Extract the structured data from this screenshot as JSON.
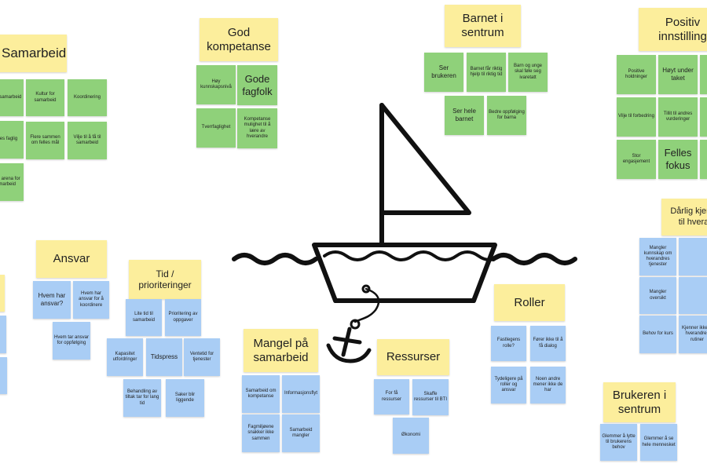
{
  "groups": {
    "samarbeid": {
      "header": "Samarbeid",
      "notes": [
        "Godt samarbeid",
        "Kultur for samarbeid",
        "Koordinering",
        "Ulikes faglig",
        "Flere sammen om felles mål",
        "Vilje til å få til samarbeid",
        "Møte arena for samarbeid"
      ]
    },
    "kompetanse": {
      "header": "God kompetanse",
      "notes": [
        "Høy kunnskapsnivå",
        "Gode fagfolk",
        "Tverrfaglighet",
        "Kompetanse mulighet til å lære av hverandre"
      ]
    },
    "barnet": {
      "header": "Barnet i sentrum",
      "notes": [
        "Ser brukeren",
        "Barnet får riktig hjelp til riktig tid",
        "Barn og unge skal føle seg ivaretatt",
        "Ser hele barnet",
        "Bedre oppfølging for barna"
      ]
    },
    "positiv": {
      "header": "Positiv innstilling",
      "notes": [
        "Positive holdninger",
        "Høyt under taket",
        "",
        "Vilje til forbedring",
        "Tillit til andres vurderinger",
        "",
        "Stor engasjement",
        "Felles fokus",
        ""
      ]
    },
    "ansvar": {
      "header": "Ansvar",
      "notes": [
        "Hvem har ansvar?",
        "Hvem har ansvar for å koordinere",
        "Hvem tar ansvar for oppfølging"
      ]
    },
    "tid": {
      "header": "Tid / prioriteringer",
      "notes": [
        "Lite tid til samarbeid",
        "Prioritering av oppgaver",
        "Kapasitet utfordringer",
        "Tidspress",
        "Ventetid for tjenester",
        "Behandling av tiltak tar for lang tid",
        "Saker blir liggende"
      ]
    },
    "mangel": {
      "header": "Mangel på samarbeid",
      "notes": [
        "Samarbeid om kompetanse",
        "Informasjonsflyt",
        "Fagmiljøene snakker ikke sammen",
        "Samarbeid mangler"
      ]
    },
    "ressurser": {
      "header": "Ressurser",
      "notes": [
        "For få ressurser",
        "Skaffe ressurser til BTI",
        "Økonomi"
      ]
    },
    "roller": {
      "header": "Roller",
      "notes": [
        "Fastlegens rolle?",
        "Fører ikke til å få dialog",
        "Tydeligere på roller og ansvar",
        "Noen andre mener ikke de har"
      ]
    },
    "kjennskap": {
      "header": "Dårlig kjennskap til hverandre",
      "notes": [
        "Mangler kunnskap om hverandres tjenester",
        "",
        "Mangler oversikt",
        "",
        "Behov for kurs",
        "Kjenner ikke til hverandres rutiner"
      ]
    },
    "brukeren": {
      "header": "Brukeren i sentrum",
      "notes": [
        "Glemmer å lytte til brukerens behov",
        "Glemmer å se hele mennesket"
      ]
    },
    "far_left": {
      "notes": [
        "",
        "",
        ""
      ]
    }
  },
  "colors": {
    "yellow": "#fcee9c",
    "green": "#8fd17a",
    "blue": "#a9cdf5",
    "ink": "#111111"
  },
  "icons": {
    "center": "sailboat-anchor-icon"
  }
}
